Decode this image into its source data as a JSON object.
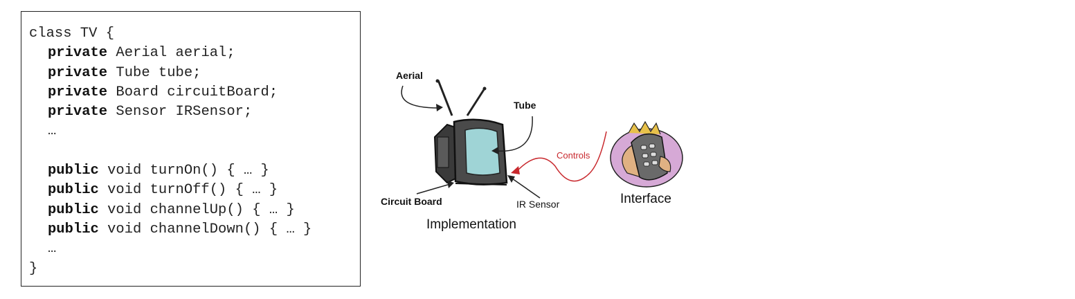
{
  "code": {
    "lines": [
      {
        "indent": false,
        "kw": "",
        "text": "class TV {"
      },
      {
        "indent": true,
        "kw": "private",
        "text": " Aerial aerial;"
      },
      {
        "indent": true,
        "kw": "private",
        "text": " Tube tube;"
      },
      {
        "indent": true,
        "kw": "private",
        "text": " Board circuitBoard;"
      },
      {
        "indent": true,
        "kw": "private",
        "text": " Sensor IRSensor;"
      },
      {
        "indent": true,
        "kw": "",
        "text": "…"
      },
      {
        "indent": false,
        "kw": "",
        "text": ""
      },
      {
        "indent": true,
        "kw": "public",
        "text": " void turnOn() { … }"
      },
      {
        "indent": true,
        "kw": "public",
        "text": " void turnOff() { … }"
      },
      {
        "indent": true,
        "kw": "public",
        "text": " void channelUp() { … }"
      },
      {
        "indent": true,
        "kw": "public",
        "text": " void channelDown() { … }"
      },
      {
        "indent": true,
        "kw": "",
        "text": "…"
      },
      {
        "indent": false,
        "kw": "",
        "text": "}"
      }
    ]
  },
  "diagram": {
    "labels": {
      "aerial": "Aerial",
      "tube": "Tube",
      "controls": "Controls",
      "circuit_board": "Circuit Board",
      "ir_sensor": "IR Sensor",
      "interface": "Interface",
      "implementation": "Implementation"
    },
    "colors": {
      "controls": "#c8282d",
      "screen": "#9fd4d6",
      "tv_body": "#4a4a4a",
      "remote_bg": "#d6a9d6"
    }
  }
}
